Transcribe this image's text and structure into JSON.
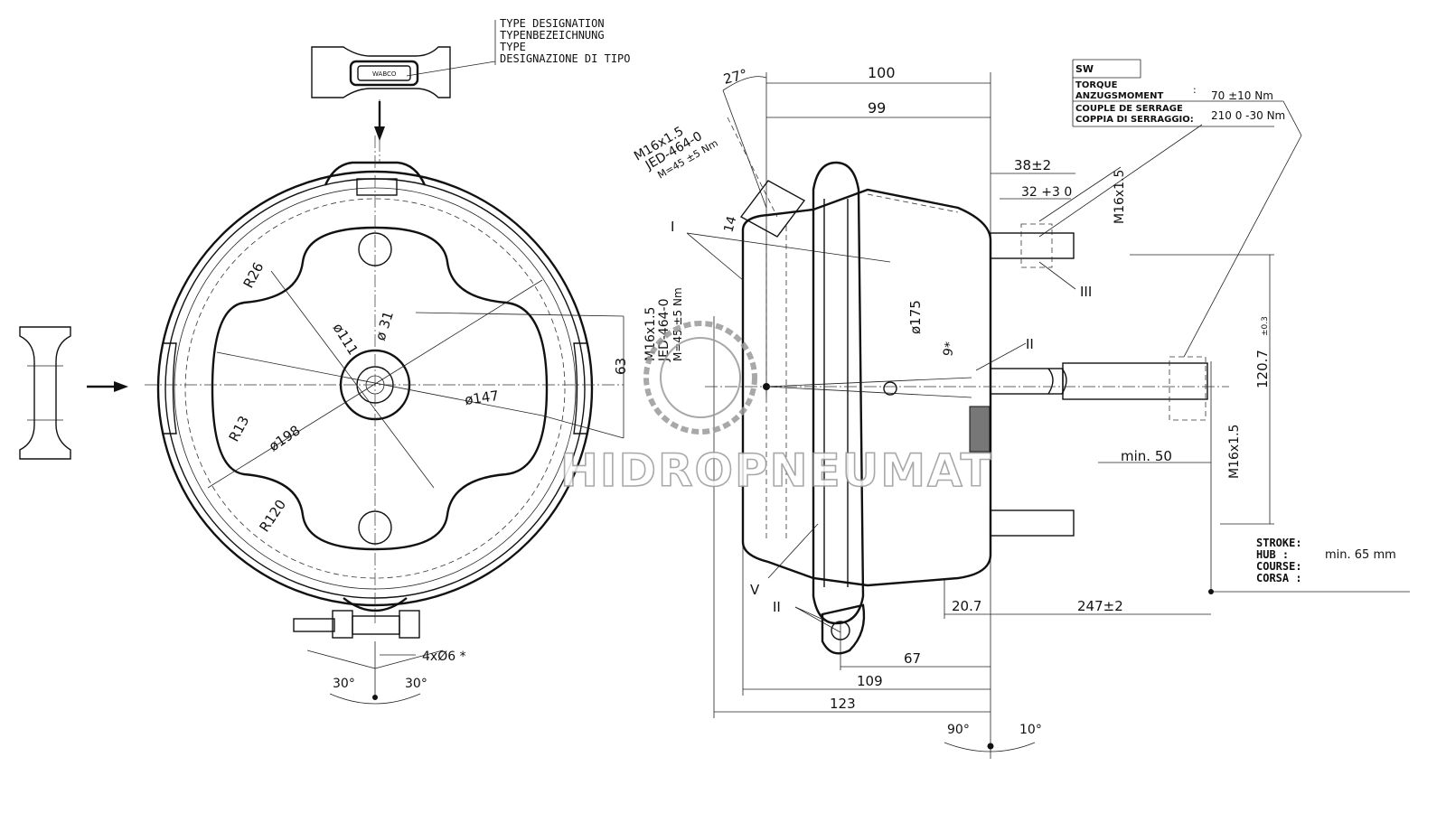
{
  "type_designation": {
    "lines": [
      "TYPE DESIGNATION",
      "TYPENBEZEICHNUNG",
      "TYPE",
      "DESIGNAZIONE DI TIPO"
    ],
    "brand_on_part": "WABCO"
  },
  "front_view": {
    "dims": {
      "r26": "R26",
      "d111": "ø111",
      "d31": "ø 31",
      "d147": "ø147",
      "r13": "R13",
      "d198": "ø198",
      "r120": "R120",
      "dim63": "63",
      "holes": "4xØ6 *",
      "angle_left": "30°",
      "angle_right": "30°"
    },
    "thread_note": [
      "M16x1.5",
      "JED-464-0",
      "M=45 ±5 Nm"
    ]
  },
  "side_view": {
    "angle27": "27°",
    "dim100": "100",
    "dim99": "99",
    "thread_note": [
      "M16x1.5",
      "JED-464-0",
      "M=45 ±5 Nm"
    ],
    "dim14": "14",
    "dim38": "38±2",
    "dim32": "32 +3 0",
    "thread_right_top": "M16x1.5",
    "label_III": "III",
    "label_I": "I",
    "label_II_rod": "II",
    "label_II_bottom": "II",
    "label_V": "V",
    "d175": "ø175",
    "dim9": "9*",
    "min50": "min. 50",
    "thread_right_bottom": "M16x1.5",
    "dim120_7": "120.7",
    "dim120_7_tol": "±0.3",
    "dim20_7": "20.7",
    "dim247": "247±2",
    "dim67": "67",
    "dim109": "109",
    "dim123": "123",
    "angle90": "90°",
    "angle10": "10°"
  },
  "torque_table": {
    "sw": "SW",
    "labels": [
      "TORQUE",
      "ANZUGSMOMENT",
      "COUPLE DE SERRAGE",
      "COPPIA DI SERRAGGIO:"
    ],
    "value1": "70 ±10 Nm",
    "value2": "210 0 -30 Nm"
  },
  "stroke": {
    "labels": [
      "STROKE:",
      "HUB   :",
      "COURSE:",
      "CORSA :"
    ],
    "value": "min. 65 mm"
  },
  "watermark": "HIDROPNEUMAT"
}
